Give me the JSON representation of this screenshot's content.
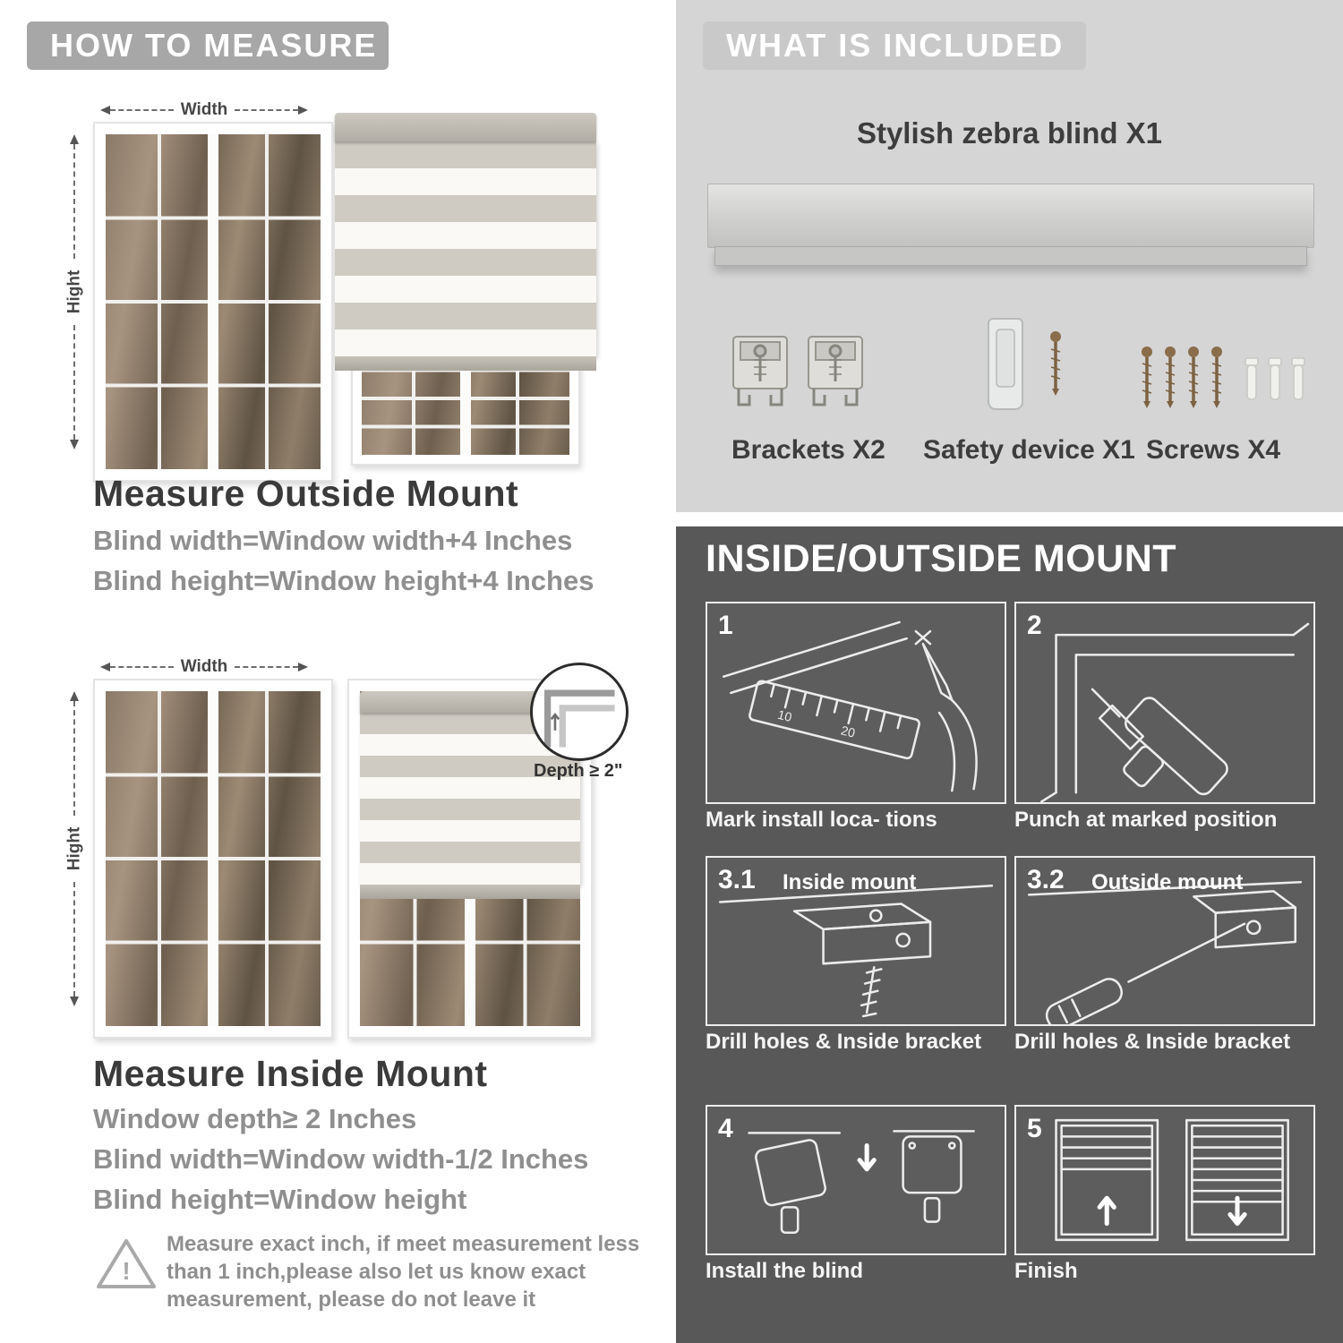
{
  "colors": {
    "header_pill": "#a7a7a7",
    "included_pill": "#c9c9c9",
    "light_panel_bg": "#d5d5d5",
    "dark_panel_bg": "#585858"
  },
  "left": {
    "header": "HOW TO MEASURE",
    "outside_mount": {
      "width_label": "Width",
      "height_label": "Hight",
      "title": "Measure Outside Mount",
      "spec1": "Blind width=Window width+4 Inches",
      "spec2": "Blind height=Window height+4 Inches"
    },
    "inside_mount": {
      "width_label": "Width",
      "height_label": "Hight",
      "depth_label": "Depth ≥ 2\"",
      "title": "Measure Inside Mount",
      "spec1": "Window depth≥ 2 Inches",
      "spec2": "Blind width=Window width-1/2 Inches",
      "spec3": "Blind height=Window height"
    },
    "note": {
      "icon": "!",
      "line1": "Measure exact inch, if meet measurement less",
      "line2": "than 1 inch,please also let us know exact",
      "line3": "measurement, please do not leave it"
    }
  },
  "right": {
    "included": {
      "header": "WHAT IS INCLUDED",
      "product_label": "Stylish zebra blind X1",
      "items": [
        {
          "label": "Brackets X2"
        },
        {
          "label": "Safety device X1"
        },
        {
          "label": "Screws X4"
        }
      ]
    },
    "mount": {
      "header": "INSIDE/OUTSIDE MOUNT",
      "steps": [
        {
          "num": "1",
          "caption": "Mark install loca- tions",
          "ruler_mark1": "10",
          "ruler_mark2": "20"
        },
        {
          "num": "2",
          "caption": "Punch at  marked position"
        },
        {
          "num": "3.1",
          "label": "Inside mount",
          "caption": "Drill holes &  Inside bracket"
        },
        {
          "num": "3.2",
          "label": "Outside mount",
          "caption": "Drill holes &  Inside bracket"
        },
        {
          "num": "4",
          "caption": "Install the blind"
        },
        {
          "num": "5",
          "caption": "Finish"
        }
      ]
    }
  }
}
